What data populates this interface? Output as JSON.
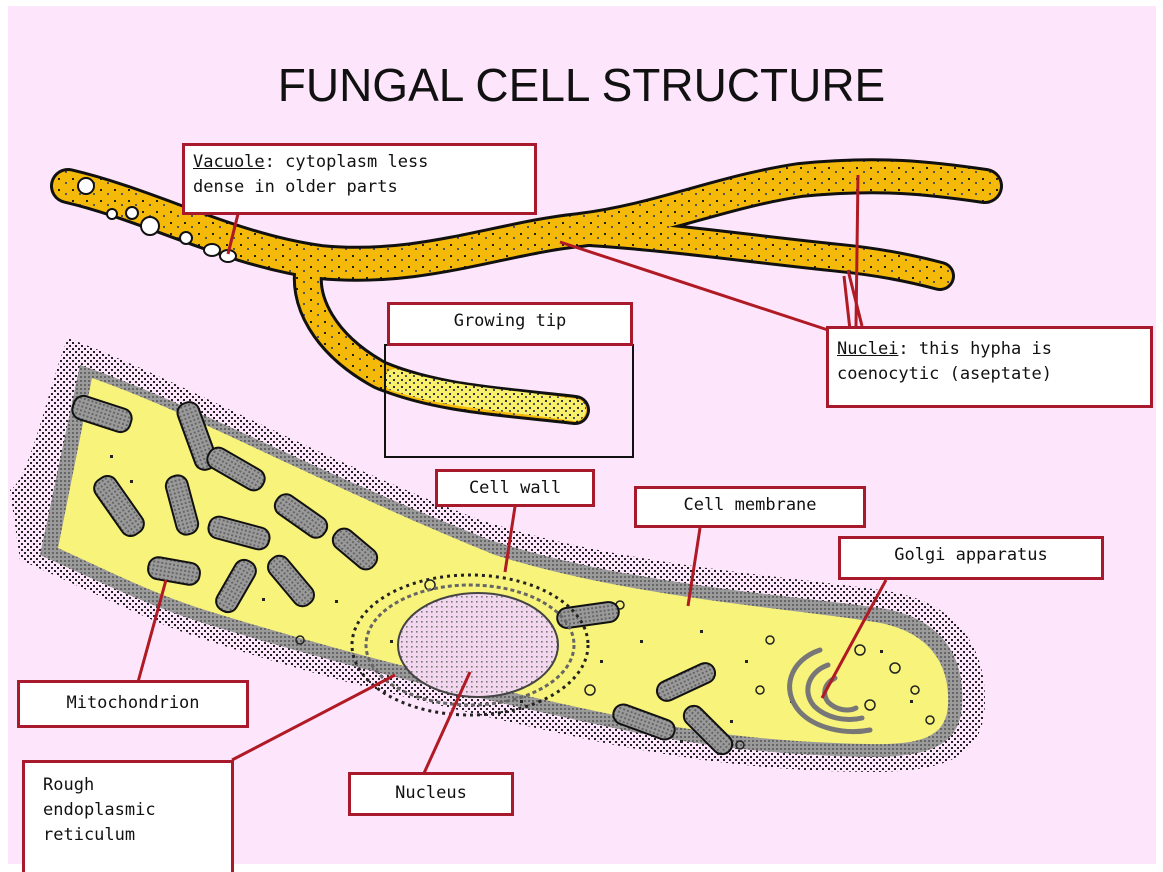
{
  "title": "FUNGAL CELL STRUCTURE",
  "labels": {
    "vacuole": {
      "term": "Vacuole",
      "rest_line1": ": cytoplasm less",
      "line2": "dense in older parts"
    },
    "growing_tip": "Growing tip",
    "nuclei": {
      "term": "Nuclei",
      "rest_line1": ": this hypha is",
      "line2": "coenocytic (aseptate)"
    },
    "cell_wall": "Cell wall",
    "cell_membrane": "Cell membrane",
    "golgi": "Golgi apparatus",
    "mitochondrion": "Mitochondrion",
    "rer_line1": "Rough",
    "rer_line2": "endoplasmic",
    "rer_line3": "reticulum",
    "nucleus": "Nucleus"
  },
  "colors": {
    "background": "#fde6fb",
    "hypha": "#f5b90a",
    "cytoplasm": "#f8f37a",
    "wall": "#8a8a8a",
    "label_border": "#a8192b",
    "pointer": "#b01a24"
  }
}
